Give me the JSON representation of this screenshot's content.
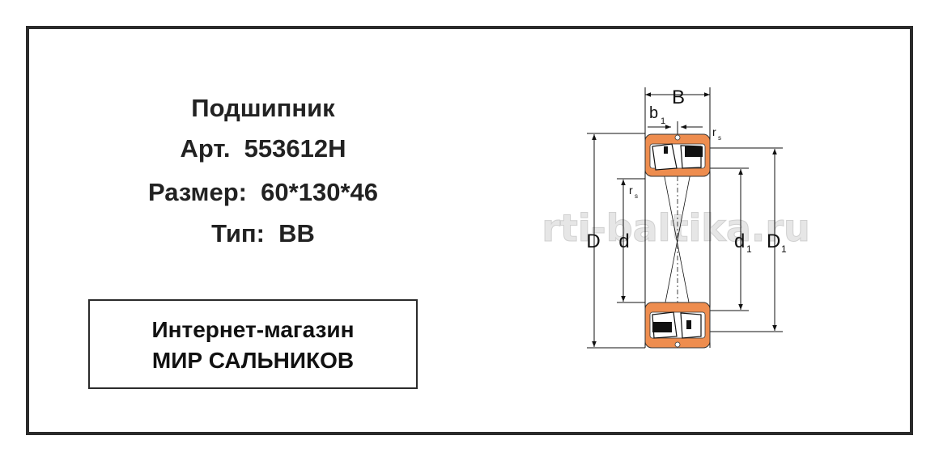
{
  "product": {
    "title": "Подшипник",
    "article": "Арт.  553612Н",
    "size": "Размер:  60*130*46",
    "type": "Тип:  ВВ"
  },
  "shop": {
    "line1": "Интернет-магазин",
    "line2": "МИР САЛЬНИКОВ"
  },
  "watermark": "rti-baltika.ru",
  "diagram": {
    "label_B": "B",
    "label_b": "b",
    "label_b_sub": "1",
    "label_r": "r",
    "label_r_sub": "s",
    "label_D": "D",
    "label_d": "d",
    "label_d1": "d",
    "label_d1_sub": "1",
    "label_D1": "D",
    "label_D1_sub": "1"
  },
  "colors": {
    "ring": "#ee8d4f",
    "frame": "#2b2b2b",
    "watermark": "#e8e8e8"
  }
}
